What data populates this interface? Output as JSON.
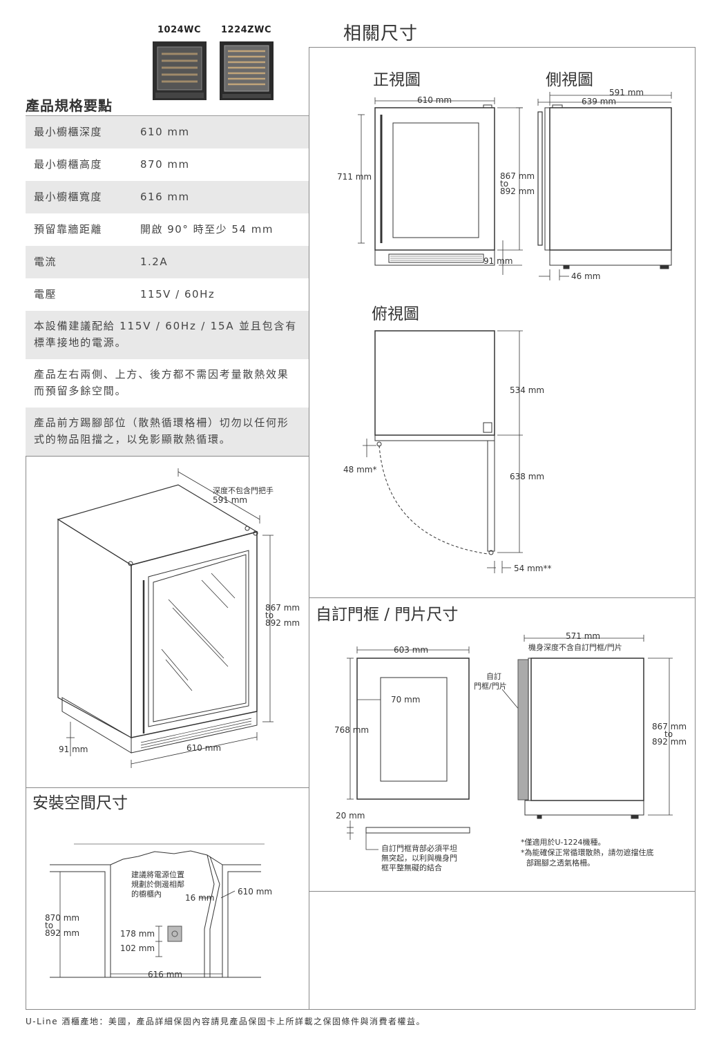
{
  "models": [
    "1024WC",
    "1224ZWC"
  ],
  "titles": {
    "main": "相關尺寸",
    "specs": "產品規格要點",
    "front": "正視圖",
    "side": "側視圖",
    "top": "俯視圖",
    "custom": "自訂門框 / 門片尺寸",
    "install": "安裝空間尺寸"
  },
  "specs": [
    {
      "label": "最小櫥櫃深度",
      "value": "610 mm"
    },
    {
      "label": "最小櫥櫃高度",
      "value": "870 mm"
    },
    {
      "label": "最小櫥櫃寬度",
      "value": "616 mm"
    },
    {
      "label": "預留靠牆距離",
      "value": "開啟 90° 時至少 54 mm"
    },
    {
      "label": "電流",
      "value": "1.2A"
    },
    {
      "label": "電壓",
      "value": "115V / 60Hz"
    }
  ],
  "notes": [
    "本設備建議配給 115V / 60Hz / 15A 並且包含有標準接地的電源。",
    "產品左右兩側、上方、後方都不需因考量散熱效果而預留多餘空間。",
    "產品前方踢腳部位（散熱循環格柵）切勿以任何形式的物品阻擋之，以免影顯散熱循環。"
  ],
  "dims": {
    "front_width": "610 mm",
    "front_door_h": "711 mm",
    "front_height_a": "867 mm",
    "front_height_to": "to",
    "front_height_b": "892 mm",
    "front_toe": "91 mm",
    "side_depth_a": "591 mm",
    "side_depth_b": "639 mm",
    "side_foot": "46 mm",
    "top_depth": "534 mm",
    "top_swing": "638 mm",
    "top_hinge": "48 mm*",
    "top_clear": "54 mm**",
    "iso_depth_note": "深度不包含門把手",
    "iso_depth": "591 mm",
    "iso_height_a": "867 mm",
    "iso_height_to": "to",
    "iso_height_b": "892 mm",
    "iso_toe": "91 mm",
    "iso_width": "610 mm",
    "cust_width": "603 mm",
    "cust_height": "768 mm",
    "cust_frame": "70 mm",
    "cust_thick": "20 mm",
    "cust_label_a": "自訂",
    "cust_label_b": "門框/門片",
    "cust_depth": "571 mm",
    "cust_depth_note": "機身深度不含自訂門框/門片",
    "cust_height_a": "867 mm",
    "cust_height_to": "to",
    "cust_height_b": "892 mm",
    "cust_back_note": [
      "自訂門框背部必須平坦",
      "無突起，以利與機身門",
      "框平整無礙的結合"
    ],
    "cust_foot_notes": [
      "*僅適用於U-1224機種。",
      "*為能確保正常循環散熱，請勿遮擋住底",
      "部踢腳之透氣格柵。"
    ],
    "inst_height_a": "870 mm",
    "inst_height_to": "to",
    "inst_height_b": "892 mm",
    "inst_power_note": [
      "建議將電源位置",
      "規劃於側邊相鄰",
      "的櫥櫃內"
    ],
    "inst_gap": "16 mm",
    "inst_depth": "610 mm",
    "inst_outlet_a": "178 mm",
    "inst_outlet_b": "102 mm",
    "inst_width": "616 mm"
  },
  "footer": "U-Line 酒櫃產地：美國，產品詳細保固內容請見產品保固卡上所詳載之保固條件與消費者權益。"
}
